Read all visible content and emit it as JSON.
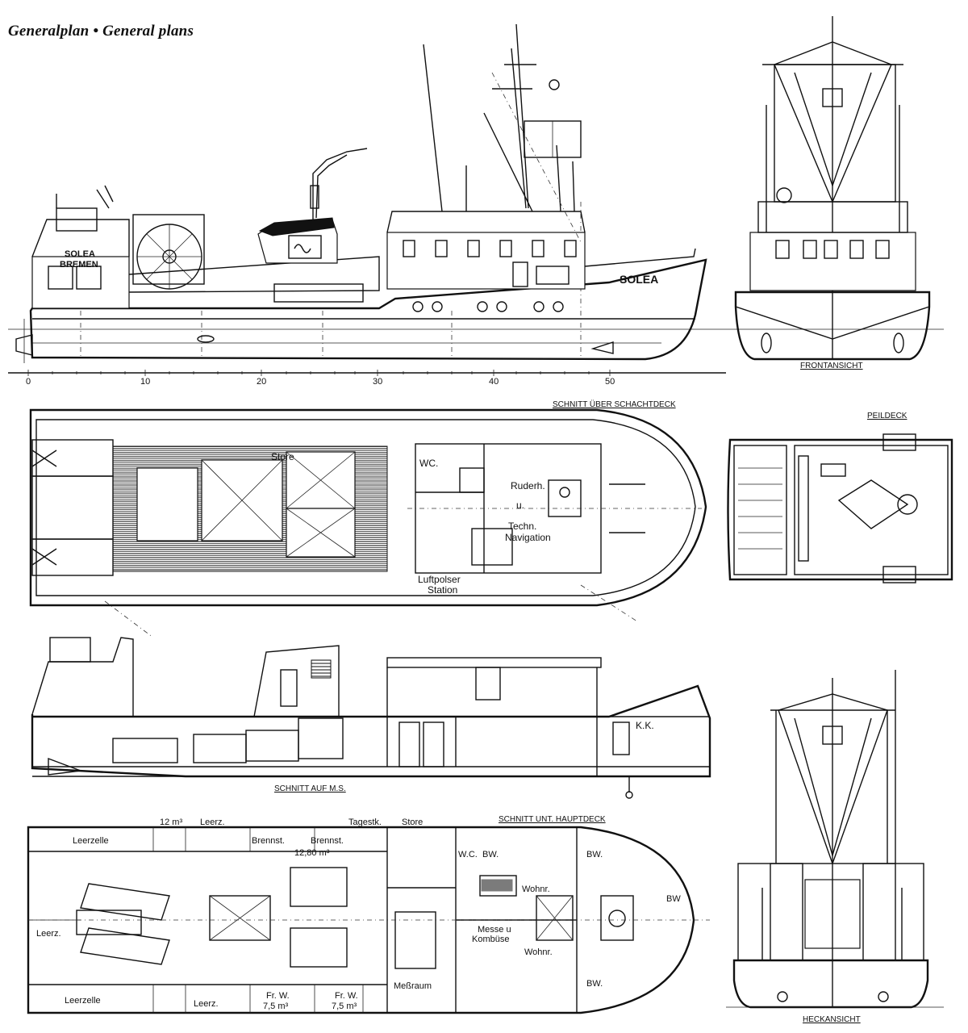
{
  "title": "Generalplan • General plans",
  "views": {
    "front": "FRONTANSICHT",
    "peildeck": "PEILDECK",
    "schacht": "SCHNITT ÜBER SCHACHTDECK",
    "ms": "SCHNITT AUF M.S.",
    "hauptdeck": "SCHNITT UNT. HAUPTDECK",
    "heck": "HECKANSICHT"
  },
  "profile": {
    "name_stern": "SOLEA",
    "port_stern": "BREMEN",
    "name_bow": "SOLEA",
    "frame_scale": [
      "0",
      "10",
      "20",
      "30",
      "40",
      "50"
    ]
  },
  "schacht_rooms": {
    "store": "Store",
    "wc": "WC.",
    "ruder1": "Ruderh.",
    "ruder2": "u.",
    "techn1": "Techn.",
    "techn2": "Navigation",
    "luft1": "Luftpolser",
    "luft2": "Station"
  },
  "ms_labels": {
    "kk": "K.K."
  },
  "haupt_rooms": {
    "m12": "12 m³",
    "leerz_top": "Leerz.",
    "tagestk": "Tagestk.",
    "store": "Store",
    "leerzelle_top": "Leerzelle",
    "brennst1": "Brennst.",
    "brennst2": "Brennst.",
    "m128": "12,80 m³",
    "wc": "W.C.",
    "bw1": "BW.",
    "bw2": "BW.",
    "bw3": "BW.",
    "bw4": "BW",
    "wohnr1": "Wohnr.",
    "wohnr2": "Wohnr.",
    "messe1": "Messe u",
    "messe2": "Kombüse",
    "leerz_left": "Leerz.",
    "messraum": "Meßraum",
    "leerzelle_bot": "Leerzelle",
    "leerz_bot": "Leerz.",
    "frw1a": "Fr. W.",
    "frw1b": "7,5 m³",
    "frw2a": "Fr. W.",
    "frw2b": "7,5 m³"
  }
}
